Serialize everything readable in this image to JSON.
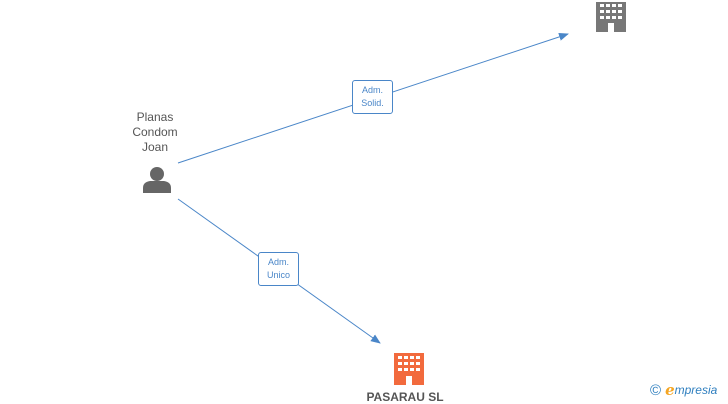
{
  "person": {
    "name_lines": [
      "Planas",
      "Condom",
      "Joan"
    ]
  },
  "relations": [
    {
      "lines": [
        "Adm.",
        "Solid."
      ]
    },
    {
      "lines": [
        "Adm.",
        "Unico"
      ]
    }
  ],
  "companies": [
    {
      "name": "",
      "color": "#777777"
    },
    {
      "name": "PASARAU SL",
      "color": "#f26a3d"
    }
  ],
  "colors": {
    "edge": "#4a86c8",
    "person_icon": "#666666"
  },
  "brand": {
    "copyright": "©",
    "initial": "e",
    "rest": "mpresia"
  }
}
